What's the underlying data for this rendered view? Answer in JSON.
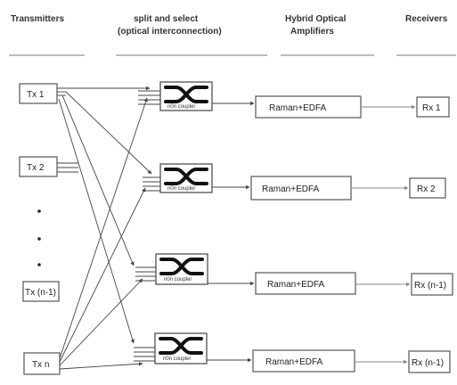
{
  "headers": [
    {
      "line1": "Transmitters",
      "line2": ""
    },
    {
      "line1": "split and select",
      "line2": "(optical interconnection)"
    },
    {
      "line1": "Hybrid Optical",
      "line2": "Amplifiers"
    },
    {
      "line1": "Receivers",
      "line2": ""
    }
  ],
  "transmitters": [
    "Tx 1",
    "Tx 2",
    "Tx (n-1)",
    "Tx n"
  ],
  "coupler_label": "n0n coupler",
  "amplifier_label": "Raman+EDFA",
  "receivers": [
    "Rx 1",
    "Rx 2",
    "Rx (n-1)",
    "Rx (n-1)"
  ]
}
